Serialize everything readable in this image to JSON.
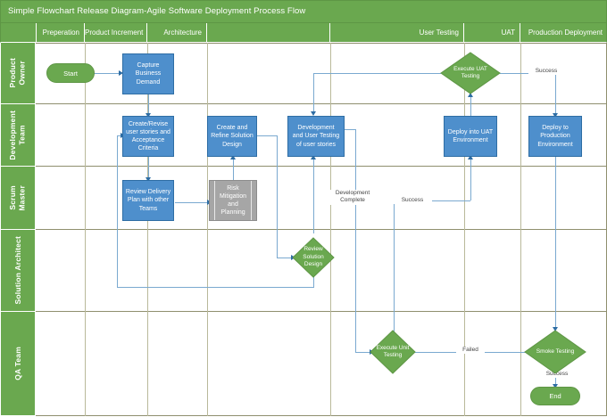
{
  "diagram": {
    "title": "Simple Flowchart Release Diagram-Agile Software Deployment Process Flow",
    "colors": {
      "header_green": "#6aa84f",
      "shape_blue": "#4e8fcc",
      "shape_gray": "#a6a6a6",
      "connector_blue": "#7aa9d0",
      "grid": "#8f8f6e"
    },
    "columns": [
      {
        "label": "Preperation"
      },
      {
        "label": "Product Increment"
      },
      {
        "label": "Architecture"
      },
      {
        "label": ""
      },
      {
        "label": "User Testing"
      },
      {
        "label": "UAT"
      },
      {
        "label": "Production Deployment"
      }
    ],
    "lanes": [
      {
        "label": "Product\nOwner"
      },
      {
        "label": "Development\nTeam"
      },
      {
        "label": "Scrum\nMaster"
      },
      {
        "label": "Solution Architect"
      },
      {
        "label": "QA Team"
      }
    ],
    "nodes": [
      {
        "id": "start",
        "type": "terminator",
        "label": "Start"
      },
      {
        "id": "capture",
        "type": "process",
        "label": "Capture Business\nDemand"
      },
      {
        "id": "exec_uat",
        "type": "decision",
        "label": "Execute UAT\nTesting"
      },
      {
        "id": "create_revise",
        "type": "process",
        "label": "Create/Revise\nuser stories and\nAcceptance\nCriteria"
      },
      {
        "id": "refine_design",
        "type": "process",
        "label": "Create and\nRefine Solution\nDesign"
      },
      {
        "id": "dev_user_test",
        "type": "process",
        "label": "Development\nand User Testing\nof user stories"
      },
      {
        "id": "deploy_uat",
        "type": "process",
        "label": "Deploy into UAT\nEnvironment"
      },
      {
        "id": "deploy_prod",
        "type": "process",
        "label": "Deploy to\nProduction\nEnvironment"
      },
      {
        "id": "review_plan",
        "type": "process",
        "label": "Review Delivery\nPlan with other\nTeams"
      },
      {
        "id": "risk",
        "type": "predefined",
        "label": "Risk\nMitigation\nand\nPlanning"
      },
      {
        "id": "review_design",
        "type": "decision",
        "label": "Review\nSolution\nDesign"
      },
      {
        "id": "exec_unit",
        "type": "decision",
        "label": "Execute Unit\nTesting"
      },
      {
        "id": "smoke",
        "type": "decision",
        "label": "Smoke Testing"
      },
      {
        "id": "end",
        "type": "terminator",
        "label": "End"
      }
    ],
    "edge_labels": [
      {
        "id": "lbl_success_uat",
        "text": "Success"
      },
      {
        "id": "lbl_dev_complete",
        "text": "Development\nComplete"
      },
      {
        "id": "lbl_success_unit",
        "text": "Success"
      },
      {
        "id": "lbl_failed",
        "text": "Failed"
      },
      {
        "id": "lbl_success_smoke",
        "text": "Success"
      }
    ]
  }
}
